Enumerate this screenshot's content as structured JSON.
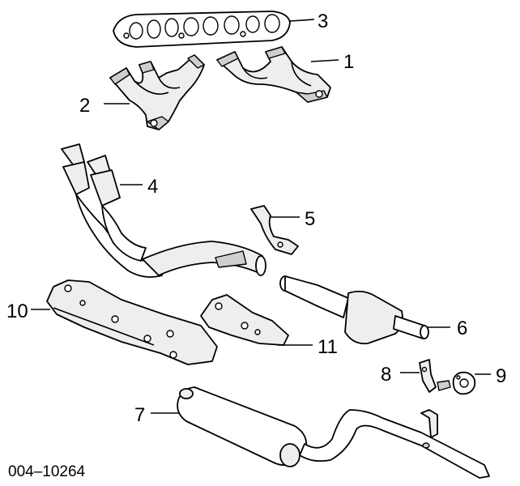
{
  "figure_code": "004–10264",
  "callouts": {
    "c1": "1",
    "c2": "2",
    "c3": "3",
    "c4": "4",
    "c5": "5",
    "c6": "6",
    "c7": "7",
    "c8": "8",
    "c9": "9",
    "c10": "10",
    "c11": "11"
  },
  "colors": {
    "line": "#000000",
    "fill": "#ffffff",
    "shade": "#cfcfcf"
  }
}
